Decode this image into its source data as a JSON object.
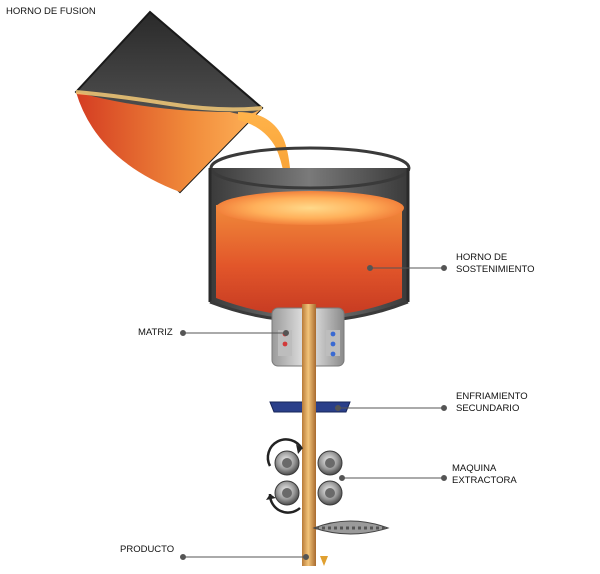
{
  "labels": {
    "horno_fusion": "HORNO DE FUSION",
    "horno_sostenimiento": [
      "HORNO DE",
      "SOSTENIMIENTO"
    ],
    "matriz": "MATRIZ",
    "enfriamiento": [
      "ENFRIAMIENTO",
      "SECUNDARIO"
    ],
    "maquina": [
      "MAQUINA",
      "EXTRACTORA"
    ],
    "producto": "PRODUCTO"
  }
}
